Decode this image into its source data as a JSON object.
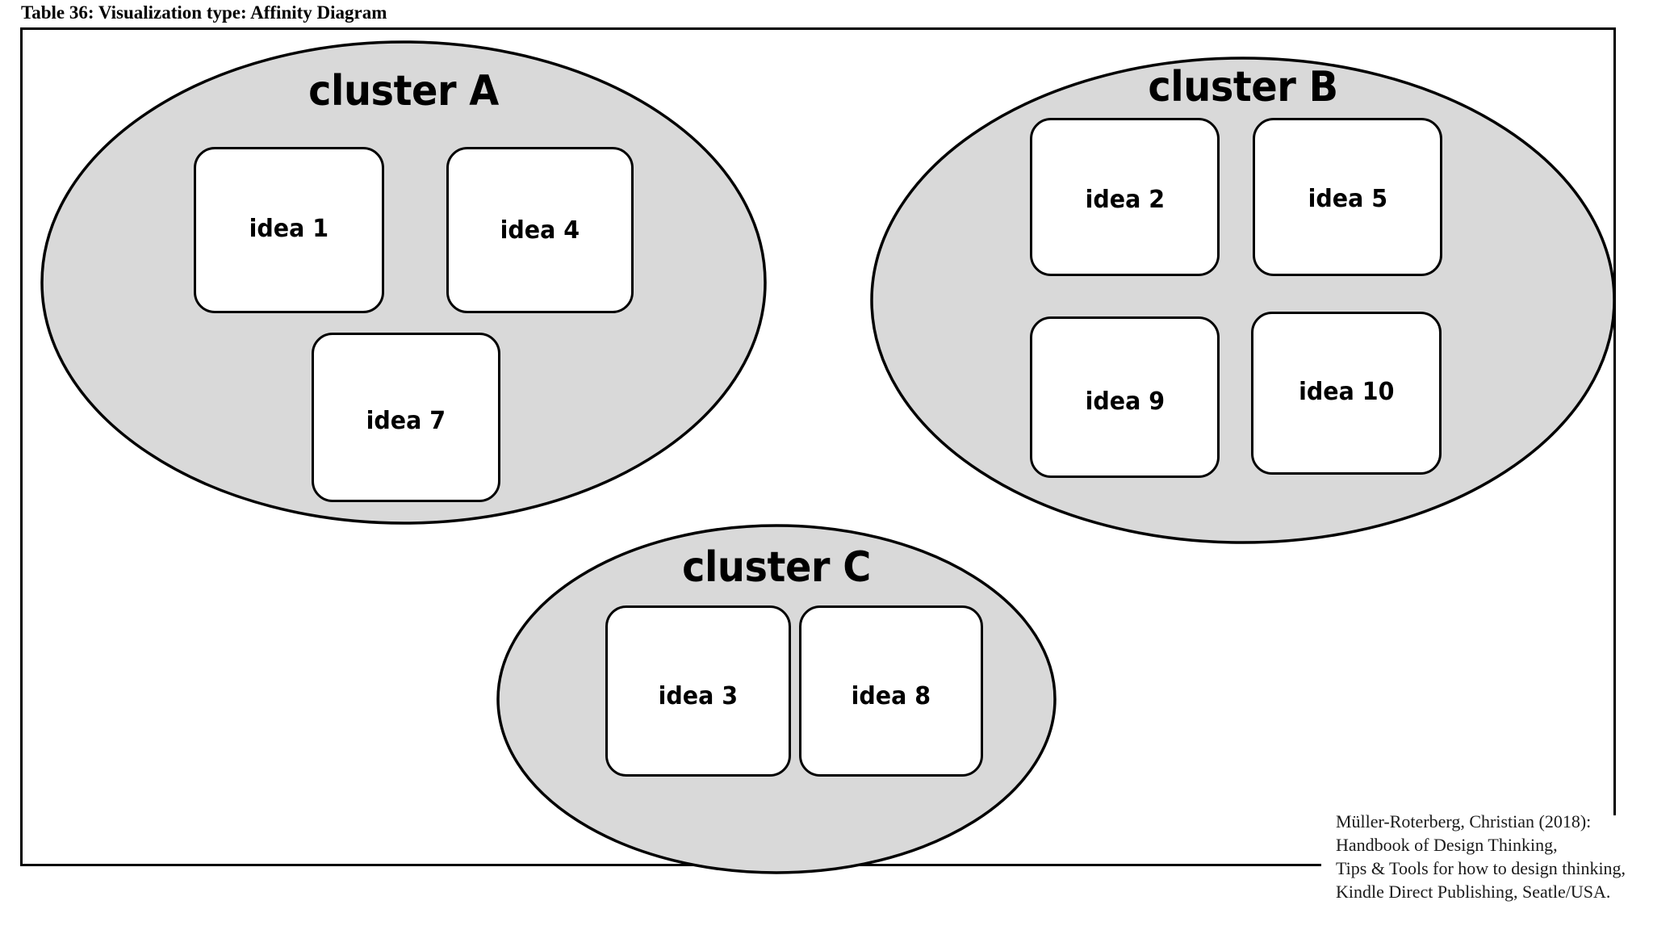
{
  "caption": "Table 36: Visualization type: Affinity Diagram",
  "colors": {
    "cluster_fill": "#d9d9d9",
    "stroke": "#000000",
    "card_fill": "#ffffff",
    "background": "#ffffff"
  },
  "diagram": {
    "type": "affinity-diagram",
    "clusters": [
      {
        "id": "cluster-a",
        "label": "cluster A",
        "ideas": [
          {
            "id": "idea-1",
            "label": "idea 1"
          },
          {
            "id": "idea-4",
            "label": "idea 4"
          },
          {
            "id": "idea-7",
            "label": "idea 7"
          }
        ]
      },
      {
        "id": "cluster-b",
        "label": "cluster B",
        "ideas": [
          {
            "id": "idea-2",
            "label": "idea 2"
          },
          {
            "id": "idea-5",
            "label": "idea 5"
          },
          {
            "id": "idea-9",
            "label": "idea 9"
          },
          {
            "id": "idea-10",
            "label": "idea 10"
          }
        ]
      },
      {
        "id": "cluster-c",
        "label": "cluster C",
        "ideas": [
          {
            "id": "idea-3",
            "label": "idea 3"
          },
          {
            "id": "idea-8",
            "label": "idea 8"
          }
        ]
      }
    ]
  },
  "attribution": {
    "line1": "Müller-Roterberg, Christian (2018):",
    "line2": "Handbook of Design Thinking,",
    "line3": "Tips & Tools for how to design thinking,",
    "line4": "Kindle Direct Publishing, Seatle/USA."
  }
}
